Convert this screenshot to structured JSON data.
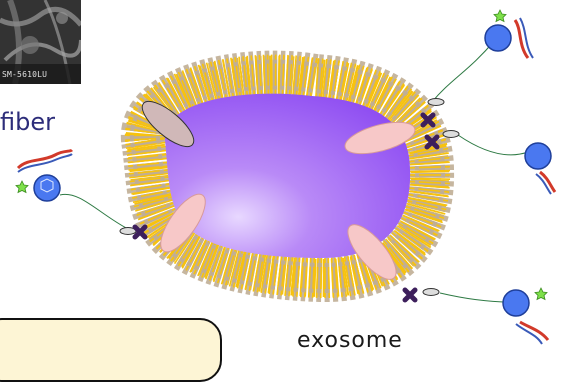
{
  "micrograph": {
    "caption": "SM-5610LU"
  },
  "labels": {
    "fiber": "fiber",
    "exosome": "exosome"
  },
  "colors": {
    "core": "#9a5cf5",
    "lipid_tail": "#f7c20e",
    "lipid_head": "#c0ae95",
    "protein": "#f7c8c8",
    "protein_other": "#d0b8b8",
    "linker": "#3d1f5c",
    "probe_ball": "#4a78f0",
    "callout_fill": "#fdf5d5"
  }
}
